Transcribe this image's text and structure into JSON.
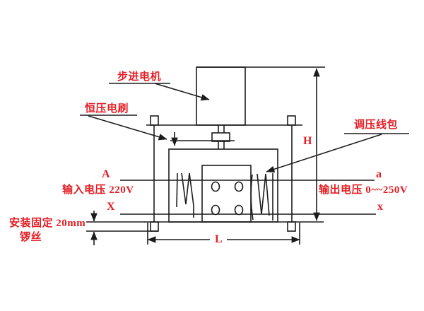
{
  "diagram": {
    "type": "technical-structure-diagram",
    "subject": "motor-driven voltage regulator cross-section",
    "labels": {
      "stepper_motor": "步进电机",
      "constant_voltage_brush": "恒压电刷",
      "voltage_regulating_coil": "调压线包",
      "terminal_A": "A",
      "input_voltage": "输入电压 220V",
      "terminal_X": "X",
      "mounting_note_line1": "安装固定 20mm",
      "mounting_note_line2": "锣丝",
      "terminal_a": "a",
      "output_voltage": "输出电压 0~~250V",
      "terminal_x": "x",
      "dim_height": "H",
      "dim_length": "L"
    },
    "colors": {
      "annotation_text": "#e31e24",
      "line_work": "#1c1c1c",
      "background": "#ffffff"
    }
  }
}
